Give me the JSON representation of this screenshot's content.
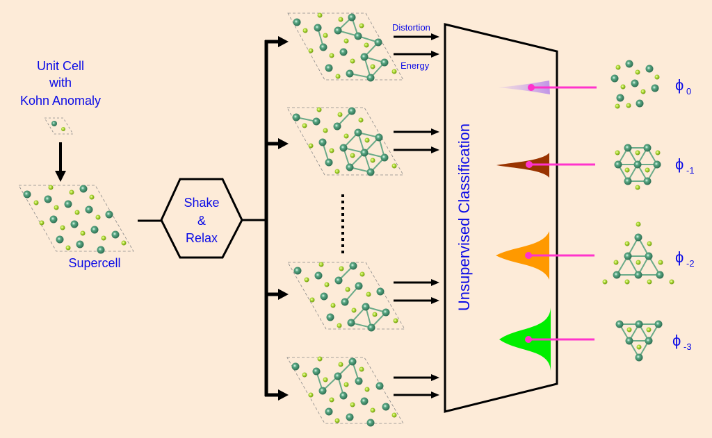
{
  "unit_cell": {
    "line1": "Unit Cell",
    "line2": "with",
    "line3": "Kohn Anomaly"
  },
  "supercell_label": "Supercell",
  "shake_relax": {
    "line1": "Shake",
    "line2": "&",
    "line3": "Relax"
  },
  "feature_labels": {
    "distortion": "Distortion",
    "energy": "Energy"
  },
  "classifier_label": "Unsupervised Classification",
  "ellipsis": "......",
  "phases": [
    {
      "symbol": "ϕ",
      "subscript": "0",
      "color": "#c9a6f0"
    },
    {
      "symbol": "ϕ",
      "subscript": "-1",
      "color": "#993300"
    },
    {
      "symbol": "ϕ",
      "subscript": "-2",
      "color": "#ff9900"
    },
    {
      "symbol": "ϕ",
      "subscript": "-3",
      "color": "#00ee00"
    }
  ],
  "colors": {
    "background": "#fdebd8",
    "label_text": "#0a0ae6",
    "connector": "#ff33cc",
    "atom_large": "#3e8e6e",
    "atom_small": "#9acd32",
    "bond": "#6aaa88"
  }
}
